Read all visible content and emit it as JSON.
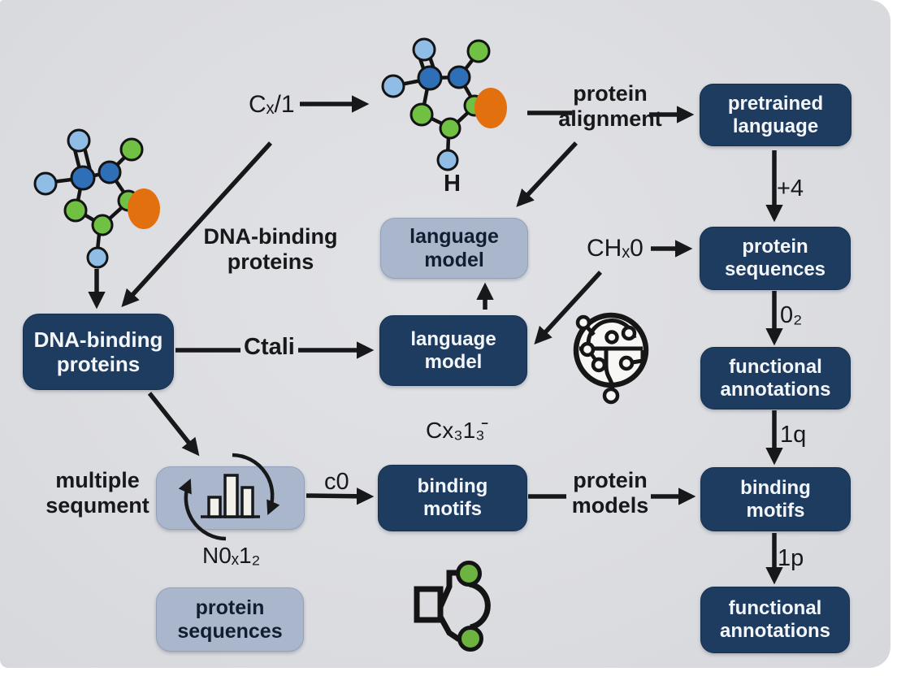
{
  "figure": {
    "description": "flowchart of a protein language model pipeline with molecule illustrations",
    "colors": {
      "background": "#dcdde1",
      "box_dark": "#1e3c60",
      "box_dark_text": "#f3f6fa",
      "box_light": "#a9b6cb",
      "box_light_text": "#131d32",
      "arrow": "#17181a",
      "atom_blue": "#2e6fb7",
      "atom_light_blue": "#90bde6",
      "atom_green": "#6fc043",
      "atom_orange": "#e2700f",
      "icon_green": "#6cb33f"
    }
  },
  "boxes": {
    "pretrained_language": {
      "style": "dark",
      "lines": [
        "pretrained",
        "language"
      ]
    },
    "protein_sequences_right": {
      "style": "dark",
      "lines": [
        "protein",
        "sequences"
      ]
    },
    "functional_annotations_mid": {
      "style": "dark",
      "lines": [
        "functional",
        "annotations"
      ]
    },
    "binding_motifs_right": {
      "style": "dark",
      "lines": [
        "binding",
        "motifs"
      ]
    },
    "functional_annotations_bottom": {
      "style": "dark",
      "lines": [
        "functional",
        "annotations"
      ]
    },
    "dna_binding_proteins": {
      "style": "dark",
      "lines": [
        "DNA-binding",
        "proteins"
      ]
    },
    "language_model_light": {
      "style": "light",
      "lines": [
        "language",
        "model"
      ]
    },
    "language_model_dark": {
      "style": "dark",
      "lines": [
        "language",
        "model"
      ]
    },
    "binding_motifs_center": {
      "style": "dark",
      "lines": [
        "binding",
        "motifs"
      ]
    },
    "protein_sequences_light": {
      "style": "light",
      "lines": [
        "protein",
        "sequences"
      ]
    }
  },
  "labels": {
    "cx1": "Cₓ/1",
    "protein_alignment": {
      "lines": [
        "protein",
        "alignment"
      ]
    },
    "h": "H",
    "dna_binding_label": {
      "lines": [
        "DNA-binding",
        "proteins"
      ]
    },
    "plus4": "+4",
    "chx0": "CHₓ0",
    "o2": "0₂",
    "q1": "1q",
    "p1": "1p",
    "ctali": "Ctali",
    "multiple_sequment": {
      "lines": [
        "multiple",
        "sequment"
      ]
    },
    "n0x12": "N0ₓ1₂",
    "cx313": "Cx₃1₃̄",
    "c0": "c0",
    "protein_models": {
      "lines": [
        "protein",
        "models"
      ]
    }
  },
  "icons": {
    "molecule_left": "ball-and-stick molecule",
    "molecule_top": "ball-and-stick molecule",
    "cycle_bar_chart": "bar chart with circular refresh arrows",
    "circuit_brain": "circular circuit-node emblem",
    "branch_molecule": "square linked to two green nodes"
  }
}
